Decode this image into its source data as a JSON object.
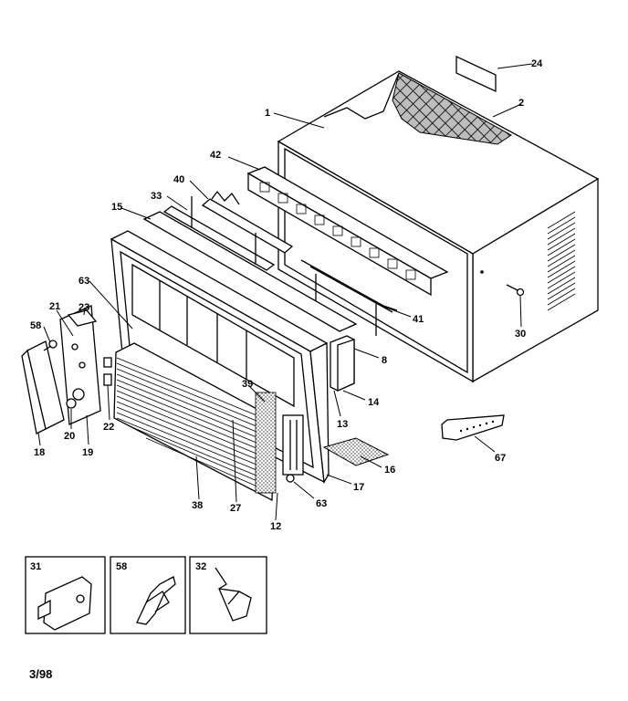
{
  "header_fragment": "",
  "footer": {
    "date_code": "3/98"
  },
  "part_labels": {
    "p1": "1",
    "p2": "2",
    "p24": "24",
    "p42": "42",
    "p40": "40",
    "p33": "33",
    "p15": "15",
    "p63a": "63",
    "p21": "21",
    "p23": "23",
    "p58": "58",
    "p41": "41",
    "p30": "30",
    "p8": "8",
    "p14": "14",
    "p13": "13",
    "p16": "16",
    "p17": "17",
    "p63b": "63",
    "p12": "12",
    "p27": "27",
    "p38": "38",
    "p39": "39",
    "p22": "22",
    "p20": "20",
    "p19": "19",
    "p18": "18",
    "p67": "67"
  },
  "inset_boxes": [
    {
      "label": "31"
    },
    {
      "label": "58"
    },
    {
      "label": "32"
    }
  ]
}
